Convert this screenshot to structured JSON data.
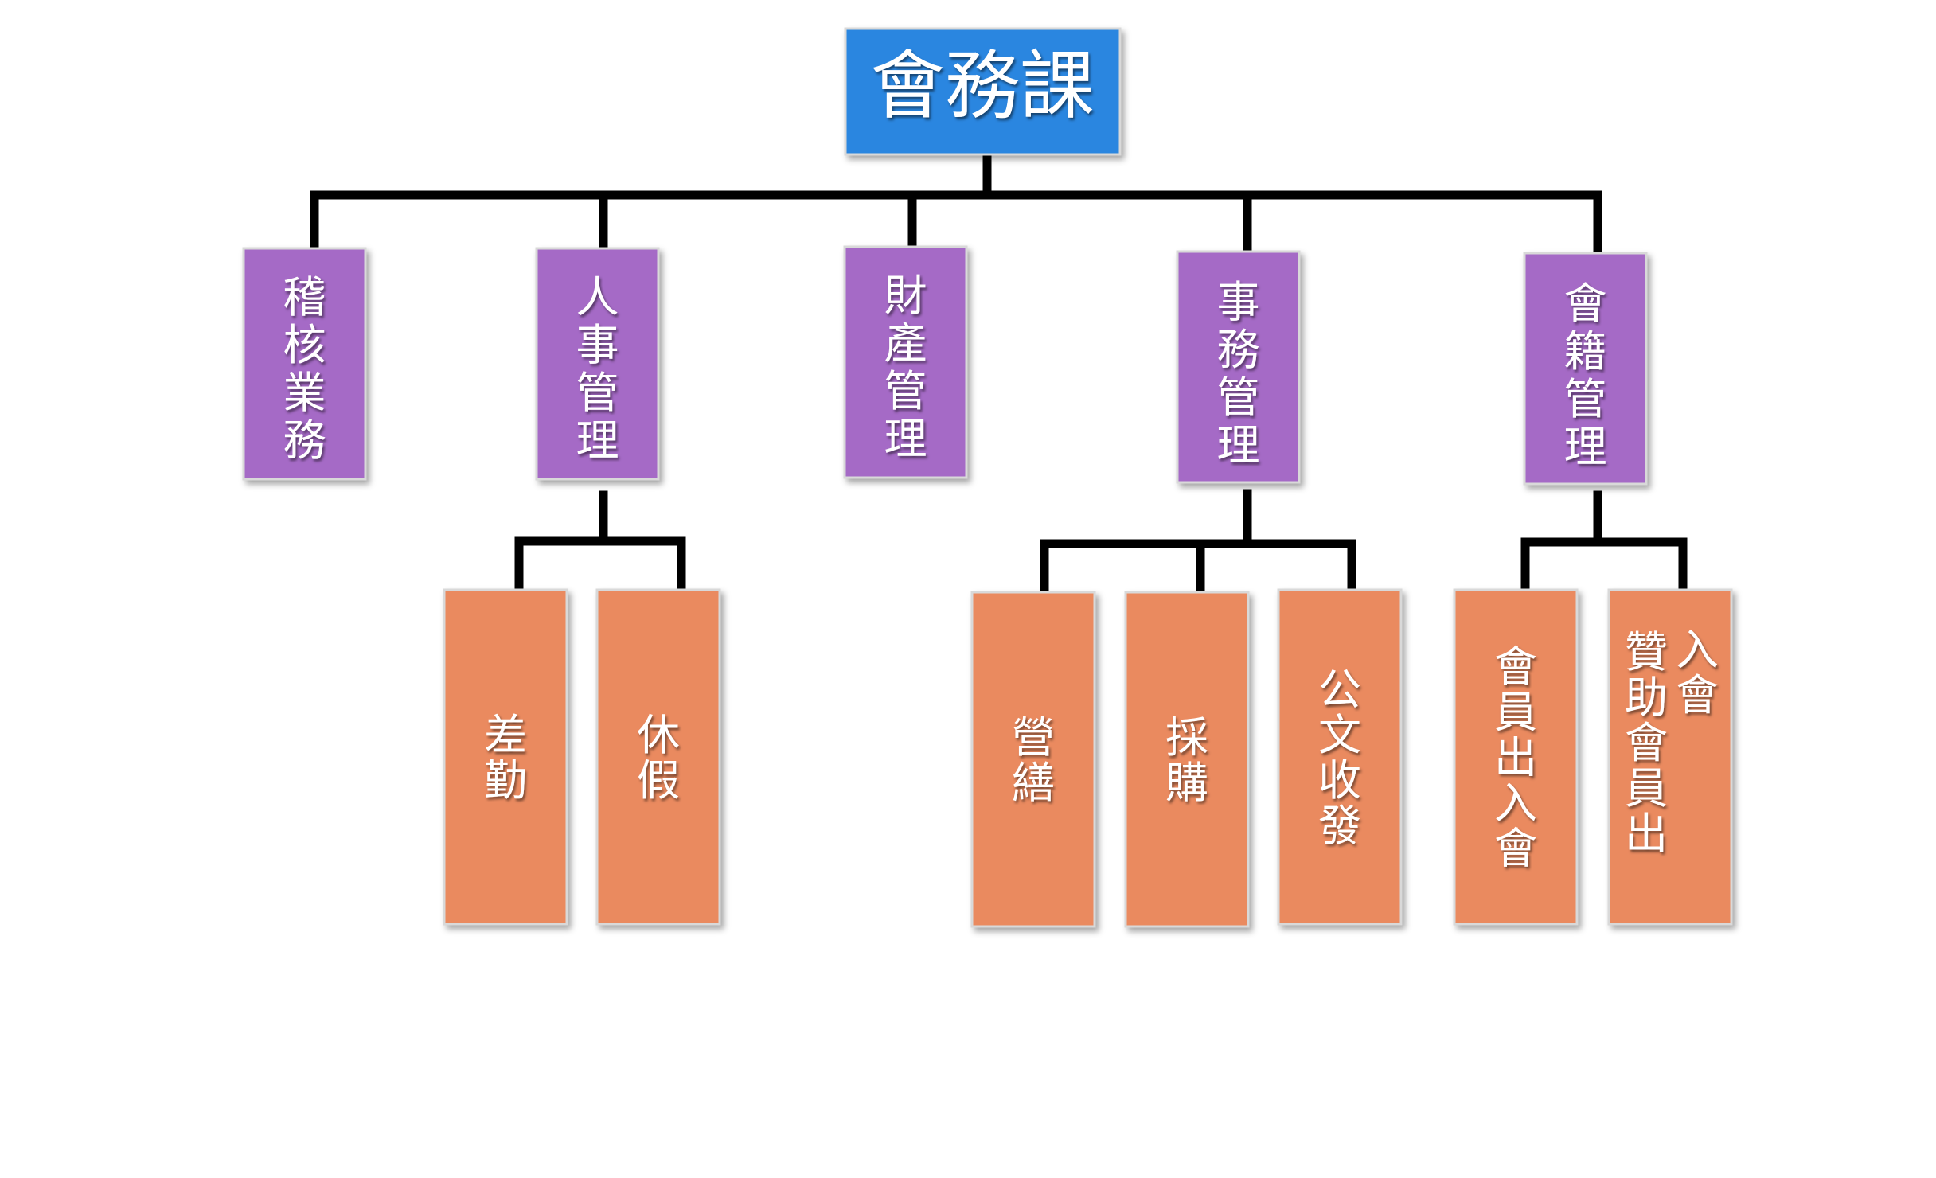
{
  "title": "會務課",
  "colors": {
    "root": "#2b86e0",
    "level1": "#a56bc6",
    "level2": "#ea8a5f",
    "line": "#000000",
    "text": "#ffffff"
  },
  "departments": [
    {
      "label": "稽核業務",
      "children": []
    },
    {
      "label": "人事管理",
      "children": [
        {
          "label": "差勤"
        },
        {
          "label": "休假"
        }
      ]
    },
    {
      "label": "財產管理",
      "children": []
    },
    {
      "label": "事務管理",
      "children": [
        {
          "label": "營繕"
        },
        {
          "label": "採購"
        },
        {
          "label": "公文收發"
        }
      ]
    },
    {
      "label": "會籍管理",
      "children": [
        {
          "label": "會員出入會"
        },
        {
          "label": "贊助會員出入會"
        }
      ]
    }
  ]
}
